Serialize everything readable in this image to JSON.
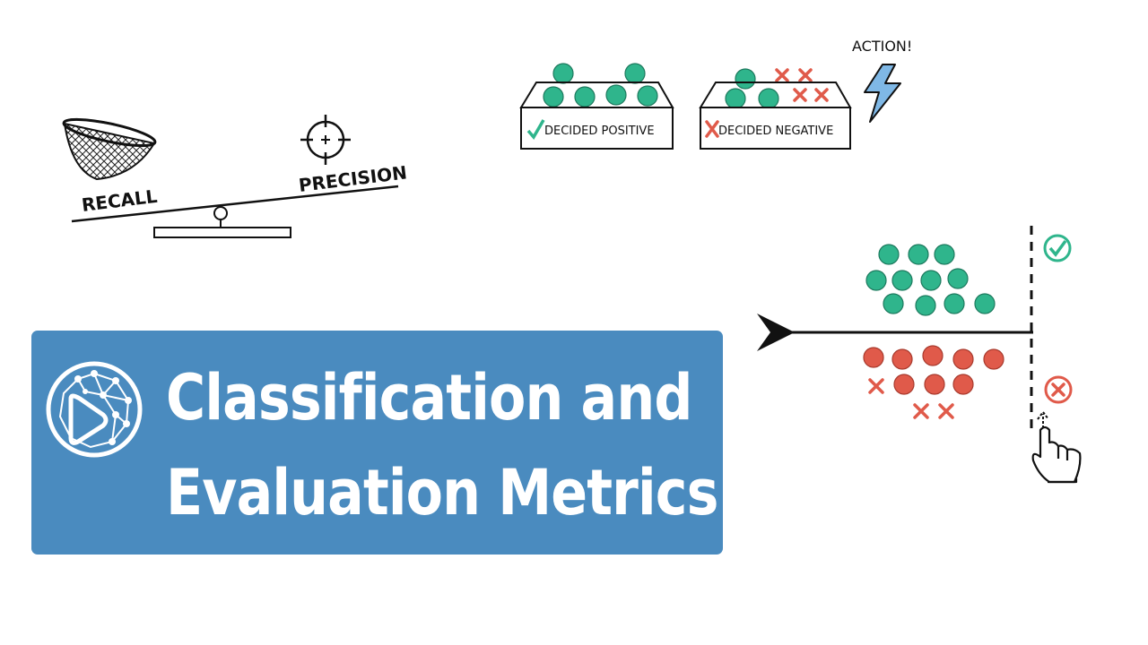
{
  "seesaw": {
    "recall_label": "RECALL",
    "precision_label": "PRECISION"
  },
  "boxes": {
    "positive_label": "DECIDED POSITIVE",
    "negative_label": "DECIDED NEGATIVE",
    "action_label": "ACTION!"
  },
  "banner": {
    "title_line1": "Classification and",
    "title_line2": "Evaluation Metrics",
    "logo_icon": "play-network-logo-icon"
  },
  "colors": {
    "positive": "#2fb58c",
    "negative": "#e05a4a",
    "banner_bg": "#4a8bbf",
    "lightning": "#7fb8e6"
  }
}
